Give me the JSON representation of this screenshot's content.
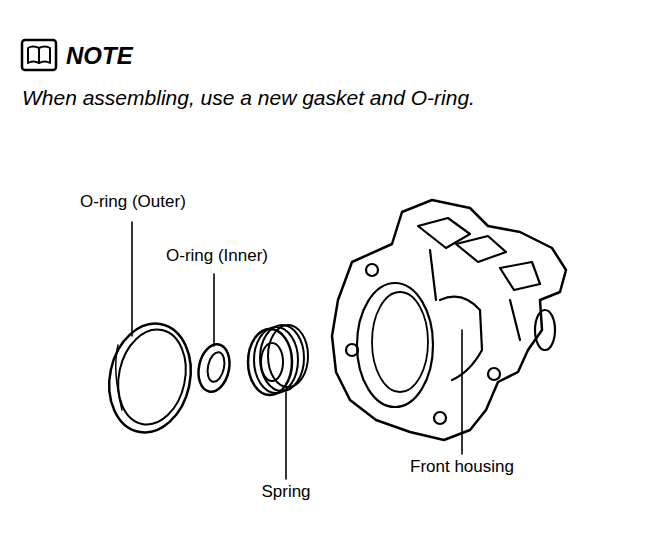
{
  "diagram": {
    "labels": [
      "NOTE",
      "When assembling, use a new gasket and O-ring.",
      "O-ring (Outer)",
      "O-ring (Inner)",
      "Spring",
      "Front housing"
    ]
  }
}
